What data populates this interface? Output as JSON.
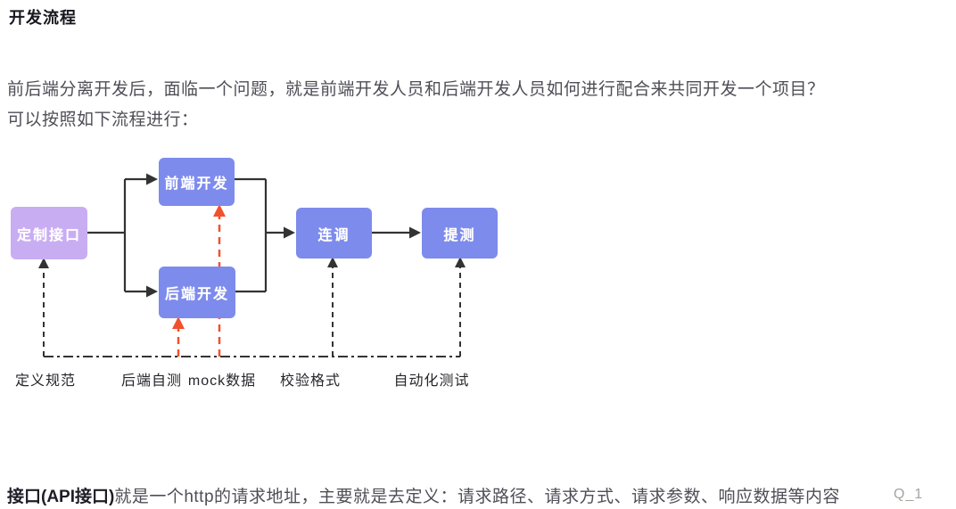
{
  "page": {
    "title": "开发流程",
    "intro_line1": "前后端分离开发后，面临一个问题，就是前端开发人员和后端开发人员如何进行配合来共同开发一个项目？",
    "intro_line2": "可以按照如下流程进行：",
    "footer_bold": "接口(API接口)",
    "footer_rest": "就是一个http的请求地址，主要就是去定义：请求路径、请求方式、请求参数、响应数据等内容",
    "watermark": "Q_1"
  },
  "diagram": {
    "nodes": [
      {
        "id": "define-interface",
        "label": "定制接口",
        "color": "#c9adf3"
      },
      {
        "id": "frontend-dev",
        "label": "前端开发",
        "color": "#7d8bec"
      },
      {
        "id": "backend-dev",
        "label": "后端开发",
        "color": "#7d8bec"
      },
      {
        "id": "joint-debug",
        "label": "连调",
        "color": "#7d8bec"
      },
      {
        "id": "submit-test",
        "label": "提测",
        "color": "#7d8bec"
      }
    ],
    "annotations": [
      "定义规范",
      "后端自测",
      "mock数据",
      "校验格式",
      "自动化测试"
    ],
    "colors": {
      "solid_arrow": "#333333",
      "black_dashed": "#333333",
      "red_dashed": "#f2512d",
      "node_text": "#ffffff"
    }
  }
}
